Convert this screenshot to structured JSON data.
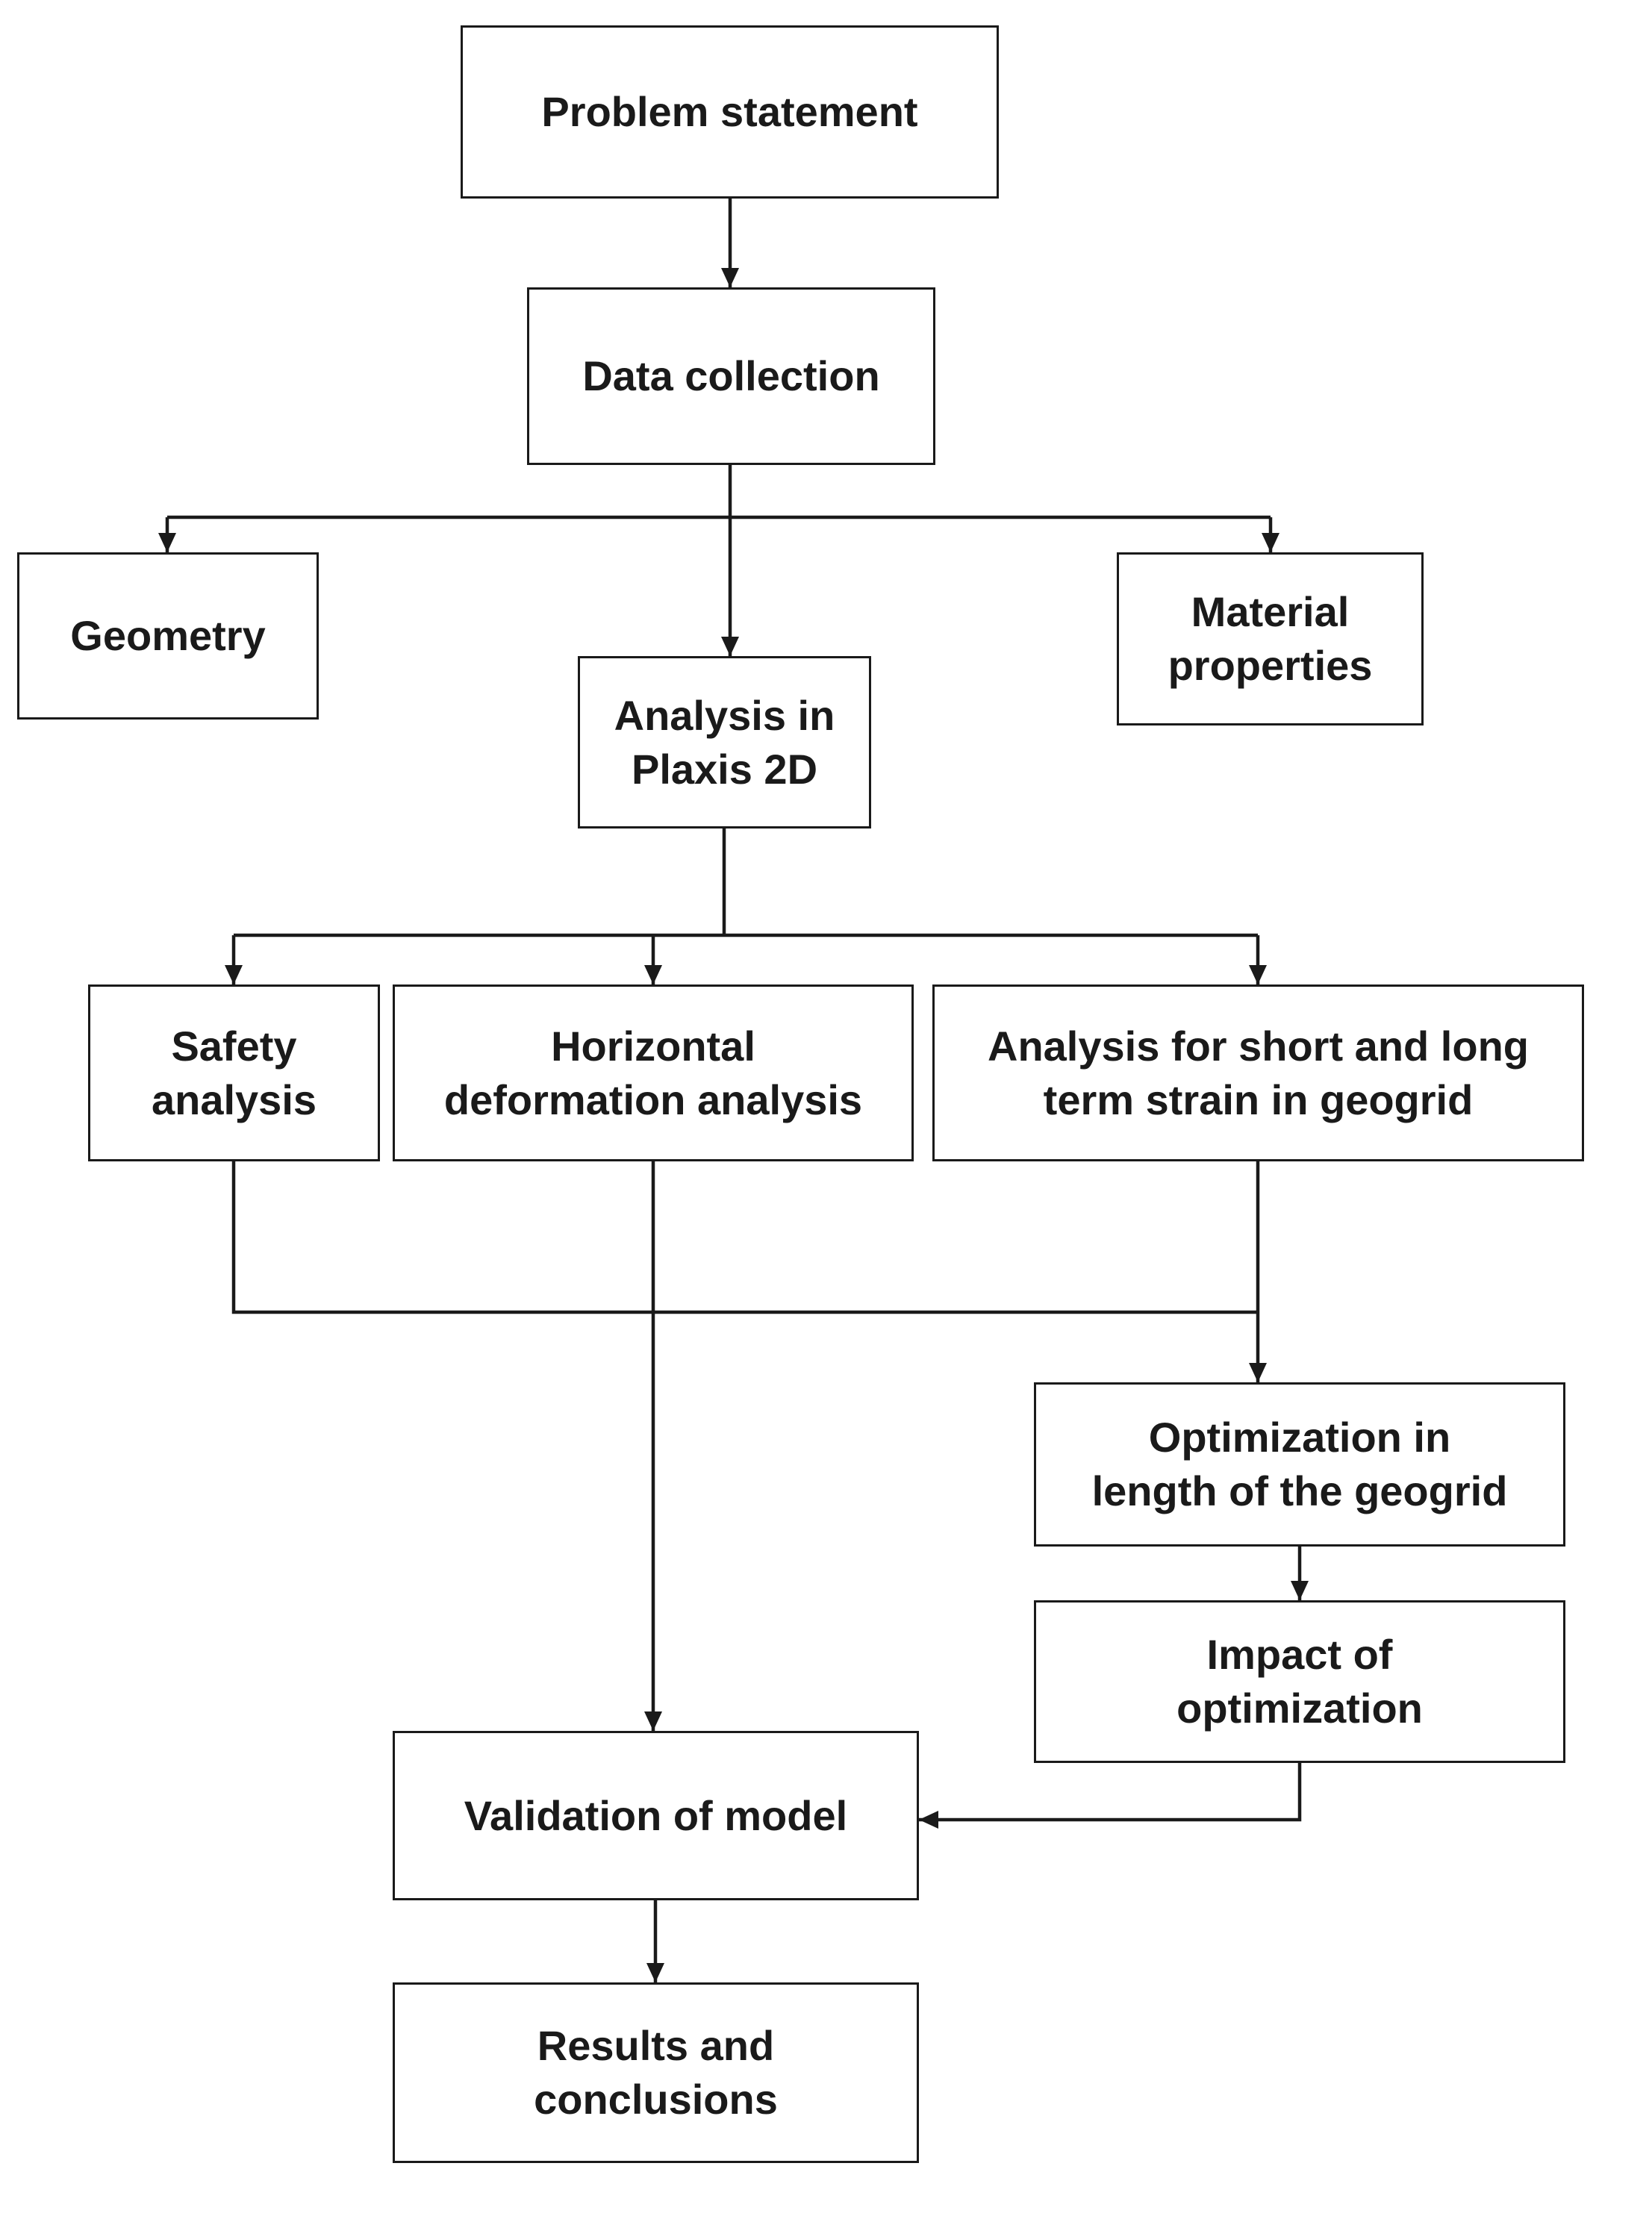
{
  "colors": {
    "background": "#ffffff",
    "box-bg": "#ffffff",
    "box-border": "#1a1a1a",
    "line": "#1a1a1a",
    "text": "#1a1a1a"
  },
  "nodes": {
    "problem_statement": {
      "label": [
        "Problem statement"
      ]
    },
    "data_collection": {
      "label": [
        "Data collection"
      ]
    },
    "geometry": {
      "label": [
        "Geometry"
      ]
    },
    "material_properties": {
      "label": [
        "Material",
        "properties"
      ]
    },
    "analysis_in_plaxis_2d": {
      "label": [
        "Analysis in",
        "Plaxis 2D"
      ]
    },
    "safety_analysis": {
      "label": [
        "Safety",
        "analysis"
      ]
    },
    "horizontal_deformation_analysis": {
      "label": [
        "Horizontal",
        "deformation analysis"
      ]
    },
    "short_long_term_strain_analysis": {
      "label": [
        "Analysis for short and long",
        "term strain in geogrid"
      ]
    },
    "optimization_geogrid_length": {
      "label": [
        "Optimization in",
        "length of the geogrid"
      ]
    },
    "impact_of_optimization": {
      "label": [
        "Impact of",
        "optimization"
      ]
    },
    "validation_of_model": {
      "label": [
        "Validation of model"
      ]
    },
    "results_and_conclusions": {
      "label": [
        "Results and",
        "conclusions"
      ]
    }
  },
  "edges": [
    {
      "from": "problem_statement",
      "to": "data_collection"
    },
    {
      "from": "data_collection",
      "to": "geometry"
    },
    {
      "from": "data_collection",
      "to": "analysis_in_plaxis_2d"
    },
    {
      "from": "data_collection",
      "to": "material_properties"
    },
    {
      "from": "analysis_in_plaxis_2d",
      "to": "safety_analysis"
    },
    {
      "from": "analysis_in_plaxis_2d",
      "to": "horizontal_deformation_analysis"
    },
    {
      "from": "analysis_in_plaxis_2d",
      "to": "short_long_term_strain_analysis"
    },
    {
      "from": "safety_analysis",
      "to": "optimization_geogrid_length"
    },
    {
      "from": "short_long_term_strain_analysis",
      "to": "optimization_geogrid_length"
    },
    {
      "from": "optimization_geogrid_length",
      "to": "impact_of_optimization"
    },
    {
      "from": "impact_of_optimization",
      "to": "validation_of_model"
    },
    {
      "from": "horizontal_deformation_analysis",
      "to": "validation_of_model"
    },
    {
      "from": "validation_of_model",
      "to": "results_and_conclusions"
    }
  ]
}
